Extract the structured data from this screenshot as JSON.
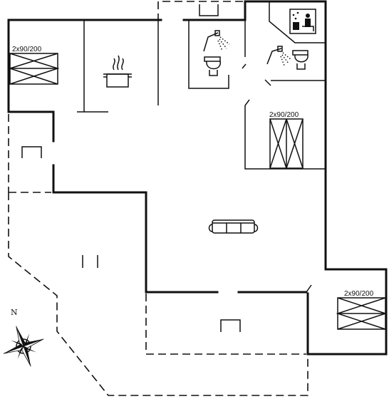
{
  "beds": [
    {
      "label": "2x90/200"
    },
    {
      "label": "2x90/200"
    },
    {
      "label": "2x90/200"
    }
  ],
  "compass": {
    "north_label": "N"
  },
  "icons": [
    "cooking-pot-icon",
    "shower-icon",
    "toilet-icon",
    "sauna-icon",
    "sofa-icon",
    "bed-icon",
    "compass-rose-icon"
  ]
}
